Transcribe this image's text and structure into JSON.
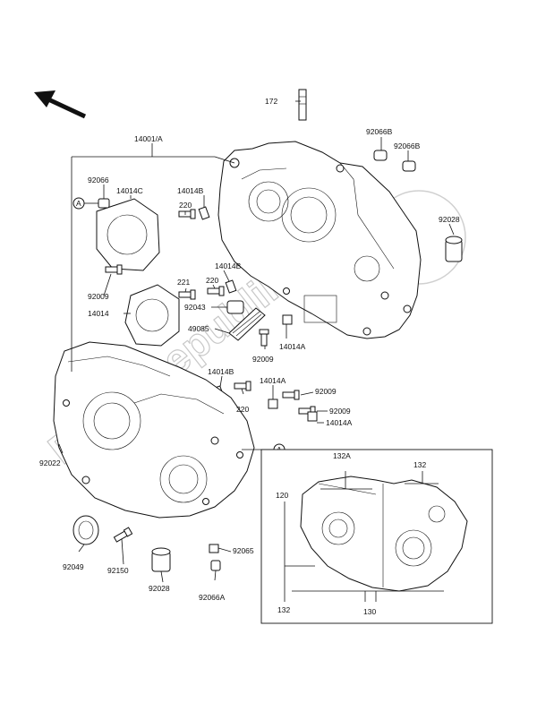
{
  "labels": {
    "l172": "172",
    "l14001A": "14001/A",
    "l92066B_1": "92066B",
    "l92066B_2": "92066B",
    "l92066": "92066",
    "l14014C": "14014C",
    "l14014B_1": "14014B",
    "l220_1": "220",
    "lA_1": "A",
    "l92028_1": "92028",
    "l14014B_2": "14014B",
    "l221": "221",
    "l220_2": "220",
    "l92009_1": "92009",
    "l92043": "92043",
    "l14014_1": "14014",
    "l49085": "49085",
    "l92009_2": "92009",
    "l14014A_1": "14014A",
    "l14014B_3": "14014B",
    "l14014A_2": "14014A",
    "l92009_3": "92009",
    "l220_3": "220",
    "l92009_4": "92009",
    "l14014A_3": "14014A",
    "l92022": "92022",
    "lA_2": "A",
    "l132A": "132A",
    "l132_1": "132",
    "l120": "120",
    "l92065": "92065",
    "l92049": "92049",
    "l92150": "92150",
    "l92028_2": "92028",
    "l92066A": "92066A",
    "l132_2": "132",
    "l130": "130"
  },
  "watermark": "Parts Republik",
  "icons": {
    "direction": "front-arrow-icon"
  }
}
